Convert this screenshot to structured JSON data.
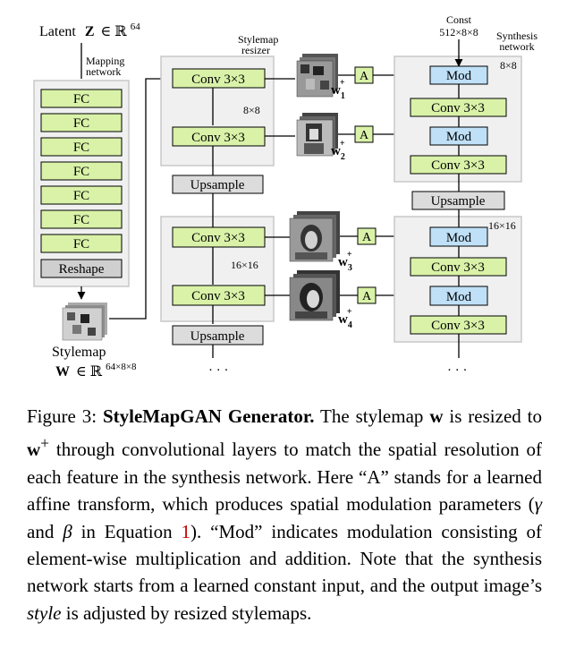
{
  "diagram": {
    "latent_label": "Latent",
    "latent_var": "Z",
    "latent_space": "∈ ℝ",
    "latent_exp": "64",
    "mapping_label": [
      "Mapping",
      "network"
    ],
    "fc_label": "FC",
    "reshape_label": "Reshape",
    "stylemap_label": "Stylemap",
    "stylemap_var": "W",
    "stylemap_space": "∈ ℝ",
    "stylemap_exp": "64×8×8",
    "resizer_label": [
      "Stylemap",
      "resizer"
    ],
    "conv_label": "Conv 3×3",
    "upsample_label": "Upsample",
    "res8": "8×8",
    "res16": "16×16",
    "affine_label": "A",
    "mod_label": "Mod",
    "const_label": [
      "Const",
      "512×8×8"
    ],
    "synthesis_label": [
      "Synthesis",
      "network"
    ],
    "w_plus": [
      "w",
      "w",
      "w",
      "w"
    ],
    "w_sub": [
      "1",
      "2",
      "3",
      "4"
    ],
    "w_sup": "+",
    "ellipsis": "· · ·"
  },
  "caption": {
    "fig": "Figure 3:",
    "title": "StyleMapGAN Generator.",
    "t1": " The stylemap ",
    "w": "w",
    "t2": " is resized to ",
    "wplus": "w",
    "sup": "+",
    "t3": " through convolutional layers to match the spatial resolution of each feature in the synthesis network. Here “A” stands for a learned affine transform, which produces spatial modulation parameters (",
    "gamma": "γ",
    "t4": " and ",
    "beta": "β",
    "t5": " in Equation ",
    "eq": "1",
    "t6": "). “Mod” indicates modulation consisting of element-wise multiplication and addition. Note that the synthesis network starts from a learned constant input, and the output image’s ",
    "style": "style",
    "t7": " is adjusted by resized stylemaps."
  },
  "colors": {
    "fc_fill": "#d9f2a8",
    "conv_fill": "#d9f2a8",
    "mod_fill": "#bfe0f7",
    "gray_fill": "#e6e6e6",
    "panel_fill": "#f0f0f0",
    "panel_stroke": "#c8c8c8"
  }
}
